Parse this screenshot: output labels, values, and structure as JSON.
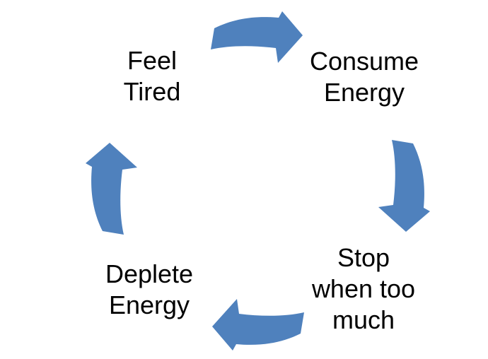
{
  "diagram": {
    "type": "cycle",
    "background_color": "#ffffff",
    "text_color": "#000000",
    "arrow_color": "#4f81bd",
    "nodes": [
      {
        "id": "feel-tired",
        "label": "Feel Tired",
        "lines": [
          "Feel",
          "Tired"
        ],
        "position": "top-left"
      },
      {
        "id": "consume-energy",
        "label": "Consume Energy",
        "lines": [
          "Consume",
          "Energy"
        ],
        "position": "top-right"
      },
      {
        "id": "stop-when-too-much",
        "label": "Stop when too much",
        "lines": [
          "Stop",
          "when too",
          "much"
        ],
        "position": "bottom-right"
      },
      {
        "id": "deplete-energy",
        "label": "Deplete Energy",
        "lines": [
          "Deplete",
          "Energy"
        ],
        "position": "bottom-left"
      }
    ],
    "arrows": [
      {
        "id": "arrow-top",
        "from": "Feel Tired",
        "to": "Consume Energy",
        "points": "right"
      },
      {
        "id": "arrow-right",
        "from": "Consume Energy",
        "to": "Stop when too much",
        "points": "down"
      },
      {
        "id": "arrow-bottom",
        "from": "Stop when too much",
        "to": "Deplete Energy",
        "points": "left"
      },
      {
        "id": "arrow-left",
        "from": "Deplete Energy",
        "to": "Feel Tired",
        "points": "up"
      }
    ]
  }
}
